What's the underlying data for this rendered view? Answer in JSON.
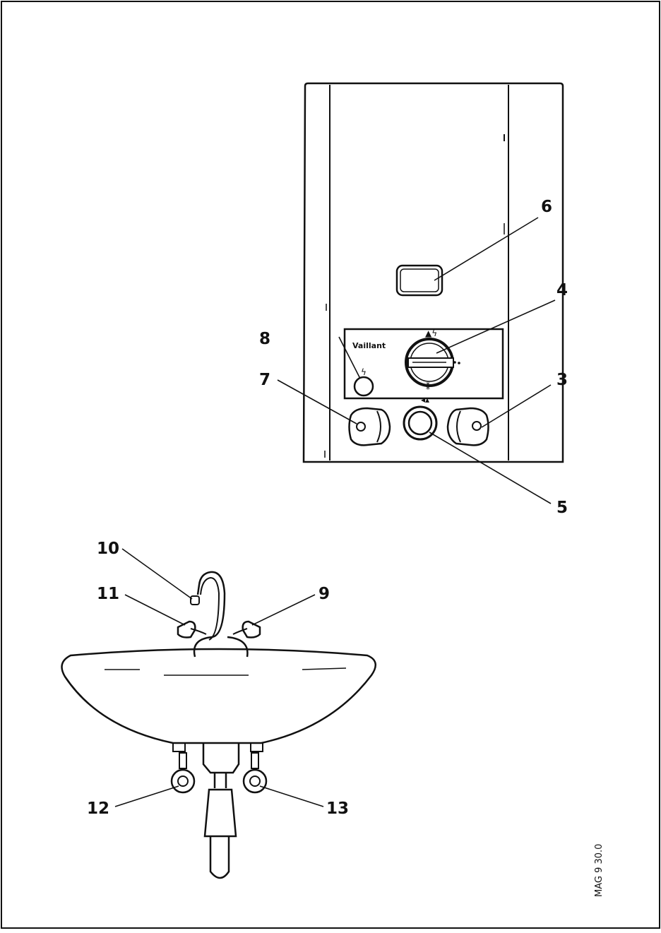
{
  "figure": {
    "reference": "MAG 9  30.0",
    "brand": "Vaillant"
  },
  "callouts": [
    {
      "id": "3",
      "label": "3"
    },
    {
      "id": "4",
      "label": "4"
    },
    {
      "id": "5",
      "label": "5"
    },
    {
      "id": "6",
      "label": "6"
    },
    {
      "id": "7",
      "label": "7"
    },
    {
      "id": "8",
      "label": "8"
    },
    {
      "id": "9",
      "label": "9"
    },
    {
      "id": "10",
      "label": "10"
    },
    {
      "id": "11",
      "label": "11"
    },
    {
      "id": "12",
      "label": "12"
    },
    {
      "id": "13",
      "label": "13"
    }
  ],
  "icons": {
    "power_symbol": "lightning-icon",
    "dial": "temperature-dial-icon",
    "tap": "faucet-icon"
  },
  "colors": {
    "line": "#111111",
    "background": "#ffffff"
  }
}
